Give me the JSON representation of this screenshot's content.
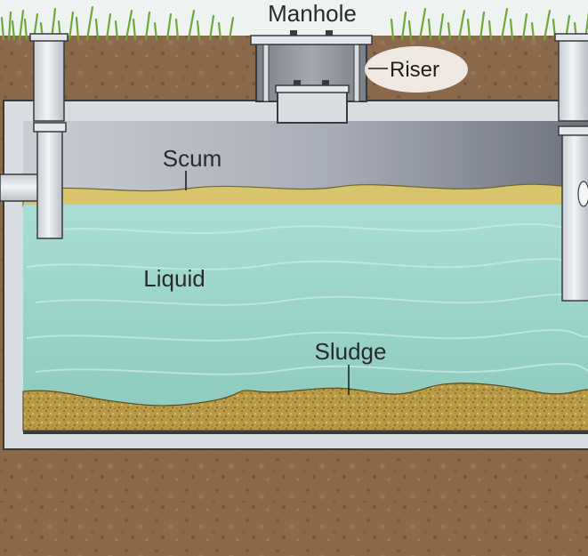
{
  "labels": {
    "manhole": "Manhole",
    "riser": "Riser",
    "scum": "Scum",
    "liquid": "Liquid",
    "sludge": "Sludge"
  },
  "colors": {
    "sky": "#eef3f2",
    "soil": "#8b6a4c",
    "soil_dark": "#6f5238",
    "grass": "#7fb24a",
    "tank_wall": "#d8dde2",
    "tank_outline": "#3a3a3a",
    "air_space": "#9ea3ad",
    "scum_layer": "#d8c46a",
    "liquid": "#9fd6cc",
    "sludge": "#b89a46",
    "pipe": "#dfe3e7"
  }
}
